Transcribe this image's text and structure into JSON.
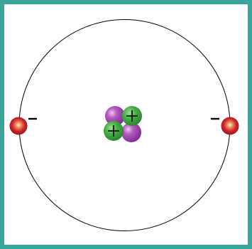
{
  "diagram": {
    "frame_color": "#3aa59a",
    "orbit_color": "#000000",
    "nucleus": {
      "particles": [
        {
          "kind": "neutron",
          "color": "#9b3fa8",
          "sign": ""
        },
        {
          "kind": "proton",
          "color": "#3fa53f",
          "sign": "+"
        },
        {
          "kind": "proton",
          "color": "#3fa53f",
          "sign": "+"
        },
        {
          "kind": "neutron",
          "color": "#9b3fa8",
          "sign": ""
        }
      ]
    },
    "electrons": [
      {
        "color": "#c0202a",
        "sign": "−"
      },
      {
        "color": "#c0202a",
        "sign": "−"
      }
    ]
  }
}
